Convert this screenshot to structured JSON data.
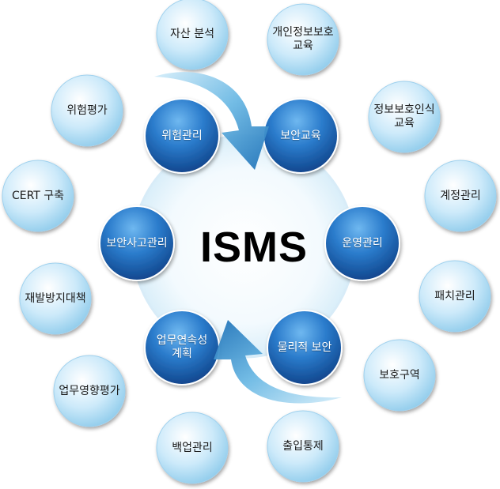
{
  "center": {
    "title": "ISMS"
  },
  "inner_nodes": [
    {
      "id": "risk-management",
      "label": "위험관리"
    },
    {
      "id": "security-education",
      "label": "보안교육"
    },
    {
      "id": "operations-management",
      "label": "운영관리"
    },
    {
      "id": "physical-security",
      "label": "물리적 보안"
    },
    {
      "id": "business-continuity",
      "label": "업무연속성\n계획"
    },
    {
      "id": "incident-management",
      "label": "보안사고관리"
    }
  ],
  "outer_nodes": [
    {
      "id": "asset-analysis",
      "label": "자산 분석"
    },
    {
      "id": "privacy-education",
      "label": "개인정보보호\n교육"
    },
    {
      "id": "security-awareness-education",
      "label": "정보보호인식\n교육"
    },
    {
      "id": "account-management",
      "label": "계정관리"
    },
    {
      "id": "patch-management",
      "label": "패치관리"
    },
    {
      "id": "protected-area",
      "label": "보호구역"
    },
    {
      "id": "access-control",
      "label": "출입통제"
    },
    {
      "id": "backup-management",
      "label": "백업관리"
    },
    {
      "id": "business-impact-assessment",
      "label": "업무영향평가"
    },
    {
      "id": "disaster-prevention",
      "label": "재발방지대책"
    },
    {
      "id": "cert-setup",
      "label": "CERT 구축"
    },
    {
      "id": "risk-assessment",
      "label": "위험평가"
    }
  ],
  "colors": {
    "outer_fill": "#bfe3f7",
    "outer_edge": "#9fd1ee",
    "inner_fill": "#2f7fd0",
    "inner_dark": "#0f4fa0",
    "arrow": "#5fb0de",
    "center_glow": "#e6f4fc"
  }
}
